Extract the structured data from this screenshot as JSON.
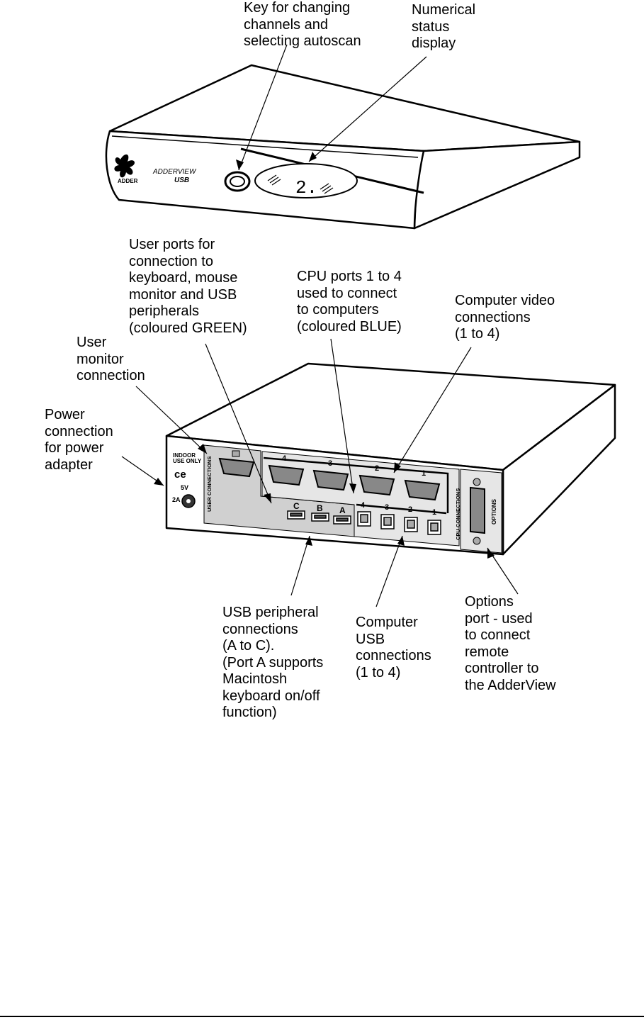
{
  "callouts": {
    "key": "Key for changing\nchannels and\nselecting autoscan",
    "display": "Numerical\nstatus\ndisplay",
    "user_ports": "User ports for\nconnection to\nkeyboard, mouse\nmonitor and USB\nperipherals\n(coloured GREEN)",
    "cpu_ports": "CPU ports 1 to 4\nused to connect\nto computers\n(coloured BLUE)",
    "video": "Computer video\nconnections\n(1 to 4)",
    "user_monitor": "User\nmonitor\nconnection",
    "power": "Power\nconnection\nfor power\nadapter",
    "usb_peripheral": "USB peripheral\nconnections\n(A to C).\n(Port A supports\nMacintosh\nkeyboard on/off\nfunction)",
    "computer_usb": "Computer\nUSB\nconnections\n(1 to 4)",
    "options": "Options\nport - used\nto connect\nremote\ncontroller to\nthe AdderView"
  },
  "front_panel": {
    "brand": "ADDER",
    "model_line1": "ADDERVIEW",
    "model_line2": "USB",
    "display_value": "2."
  },
  "rear_panel": {
    "indoor_line1": "INDOOR",
    "indoor_line2": "USE ONLY",
    "ce_mark": "ce",
    "voltage": "5V",
    "current": "2A",
    "user_connections_label": "USER CONNECTIONS",
    "cpu_connections_label": "CPU CONNECTIONS",
    "options_label": "OPTIONS",
    "video_numbers": [
      "4",
      "3",
      "2",
      "1"
    ],
    "usb_numbers": [
      "4",
      "3",
      "2",
      "1"
    ],
    "peripheral_letters": [
      "C",
      "B",
      "A"
    ]
  }
}
